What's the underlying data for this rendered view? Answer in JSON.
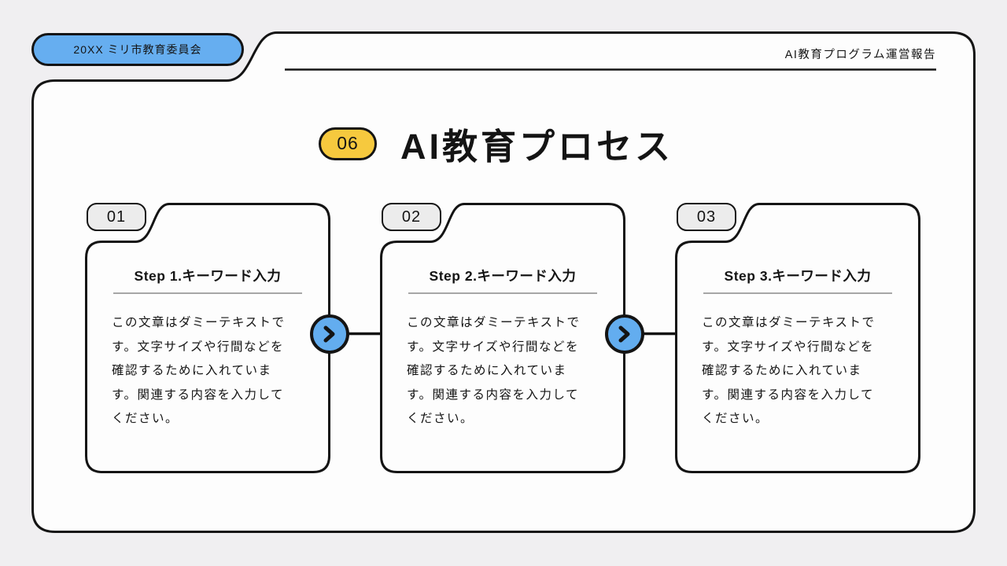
{
  "page": {
    "background_color": "#f0eff1",
    "card_color": "#fdfdfd",
    "ink_color": "#141414",
    "accent_blue": "#66aef0",
    "accent_yellow": "#f6c93e",
    "tab_gray": "#ececec"
  },
  "header": {
    "org_badge": "20XX ミリ市教育委員会",
    "report_title": "AI教育プログラム運営報告"
  },
  "title": {
    "number": "06",
    "text": "AI教育プロセス"
  },
  "cards": [
    {
      "tab": "01",
      "heading": "Step 1.キーワード入力",
      "body": "この文章はダミーテキストで\nす。文字サイズや行間などを\n確認するために入れていま\nす。関連する内容を入力して\nください。"
    },
    {
      "tab": "02",
      "heading": "Step 2.キーワード入力",
      "body": "この文章はダミーテキストで\nす。文字サイズや行間などを\n確認するために入れていま\nす。関連する内容を入力して\nください。"
    },
    {
      "tab": "03",
      "heading": "Step 3.キーワード入力",
      "body": "この文章はダミーテキストで\nす。文字サイズや行間などを\n確認するために入れていま\nす。関連する内容を入力して\nください。"
    }
  ]
}
